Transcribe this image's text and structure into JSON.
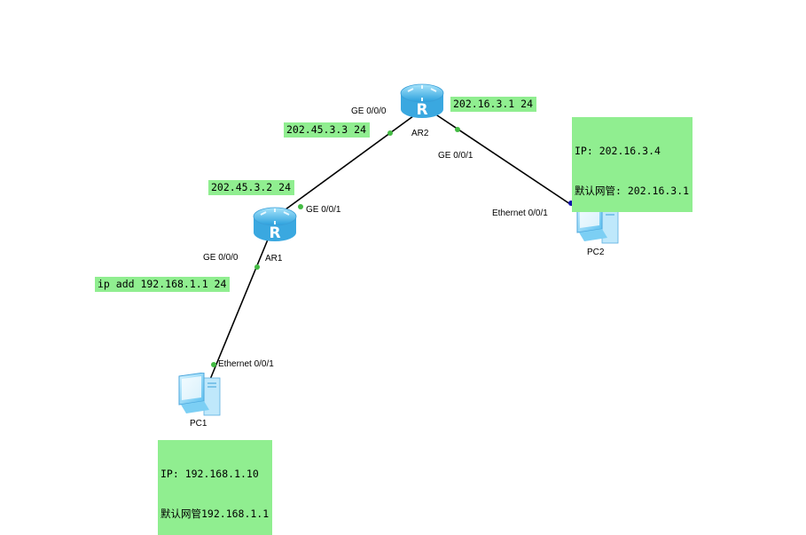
{
  "nodes": {
    "ar2": {
      "name": "AR2"
    },
    "ar1": {
      "name": "AR1"
    },
    "pc1": {
      "name": "PC1"
    },
    "pc2": {
      "name": "PC2"
    }
  },
  "ports": {
    "ar2_ge000": "GE 0/0/0",
    "ar2_ge001": "GE 0/0/1",
    "ar1_ge001": "GE 0/0/1",
    "ar1_ge000": "GE 0/0/0",
    "pc1_eth": "Ethernet 0/0/1",
    "pc2_eth": "Ethernet 0/0/1"
  },
  "notes": {
    "ar2_g000_ip": "202.45.3.3 24",
    "ar2_g001_ip": "202.16.3.1 24",
    "ar1_g001_ip": "202.45.3.2 24",
    "ar1_g000_ip": "ip add 192.168.1.1 24",
    "pc2_ip": "IP: 202.16.3.4",
    "pc2_gw": "默认网管: 202.16.3.1",
    "pc1_ip": "IP: 192.168.1.10",
    "pc1_gw": "默认网管192.168.1.1"
  },
  "colors": {
    "link": "#000000",
    "port_dot_active": "#44bb44",
    "port_dot_pc2": "#1010aa",
    "note_bg": "#90ee90"
  }
}
